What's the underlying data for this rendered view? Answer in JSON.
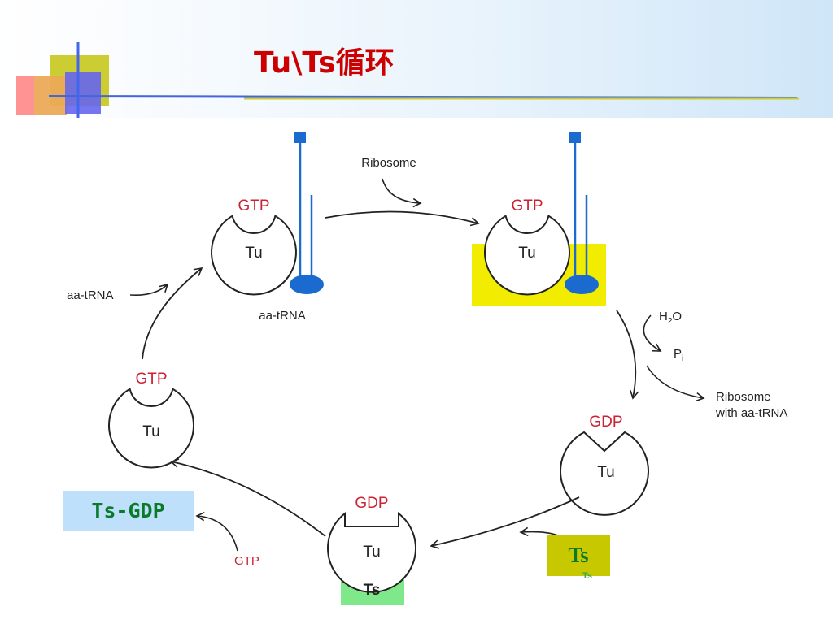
{
  "slide": {
    "title": "Tu\\Ts循环"
  },
  "labels": {
    "ribosome_top": "Ribosome",
    "gtp": "GTP",
    "gdp": "GDP",
    "tu": "Tu",
    "ts": "Ts",
    "aa_trna": "aa-tRNA",
    "h2o": "H2O",
    "h": "H",
    "h2_sub": "2",
    "o": "O",
    "p": "P",
    "pi_sub": "i",
    "ribosome_with_line1": "Ribosome",
    "ribosome_with_line2": "with aa-tRNA",
    "gtp_left": "GTP"
  },
  "overlays": {
    "ts_gdp": "Ts-GDP",
    "ts": "Ts",
    "ts_small": "Ts"
  },
  "colors": {
    "title": "#cc0000",
    "nucleotide_label": "#cc2233",
    "trna_blue": "#1a6ad0",
    "ribosome_highlight": "#f2ec00",
    "ts_highlight": "#7fe88a",
    "ts_gdp_box": "#bfe0fb",
    "ts_box": "#c8c800",
    "overlay_text": "#0a7a2a"
  }
}
